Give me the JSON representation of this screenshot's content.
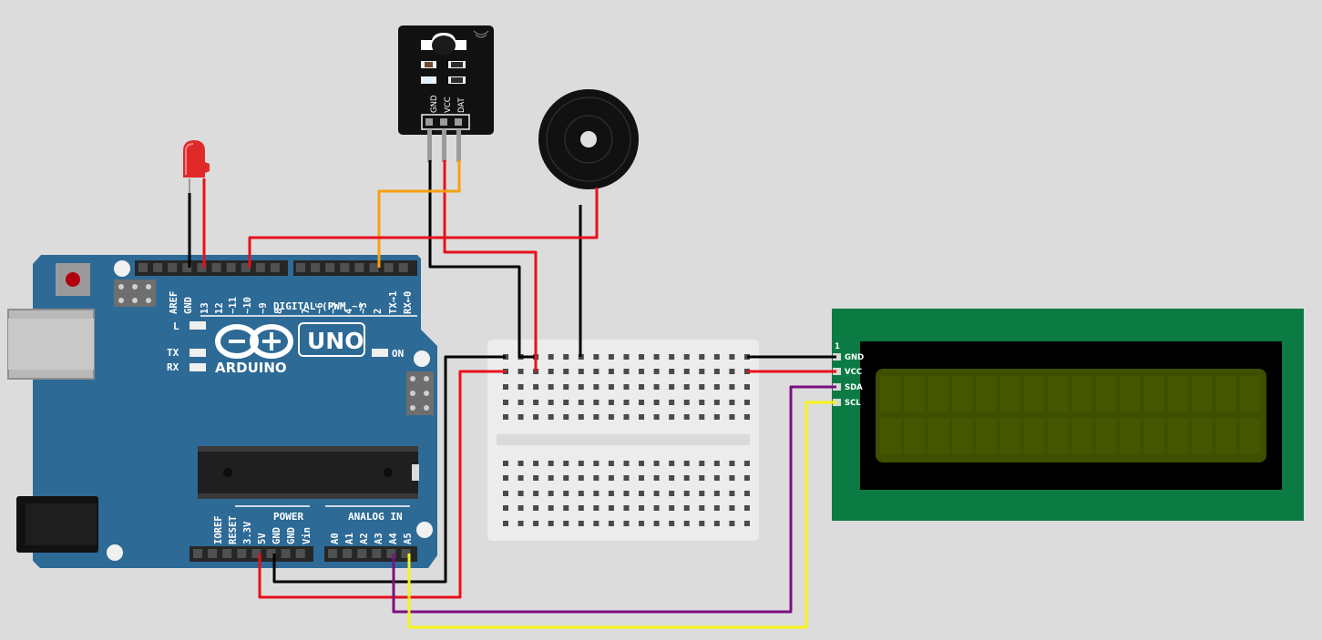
{
  "arduino": {
    "brand": "ARDUINO",
    "model": "UNO",
    "digital_header": "DIGITAL (PWM ~)",
    "power_header": "POWER",
    "analog_header": "ANALOG IN",
    "led_l": "L",
    "led_tx": "TX",
    "led_rx": "RX",
    "led_on": "ON",
    "top_pins": [
      "AREF",
      "GND",
      "13",
      "12",
      "~11",
      "~10",
      "~9",
      "8",
      "7",
      "~6",
      "~5",
      "4",
      "~3",
      "2",
      "TX→1",
      "RX←0"
    ],
    "bottom_pins": [
      "IOREF",
      "RESET",
      "3.3V",
      "5V",
      "GND",
      "GND",
      "Vin",
      "A0",
      "A1",
      "A2",
      "A3",
      "A4",
      "A5"
    ]
  },
  "sensor": {
    "pins": [
      "GND",
      "VCC",
      "DAT"
    ]
  },
  "lcd": {
    "pin_number": "1",
    "pins": [
      "GND",
      "VCC",
      "SDA",
      "SCL"
    ],
    "screen_color": "#3e4f00"
  },
  "colors": {
    "board": "#2d6a96",
    "lcd_pcb": "#0b7b43",
    "wire_red": "#e8101a",
    "wire_black": "#000000",
    "wire_orange": "#f5a10f",
    "wire_purple": "#7a0f82",
    "wire_yellow": "#f7f31a"
  }
}
